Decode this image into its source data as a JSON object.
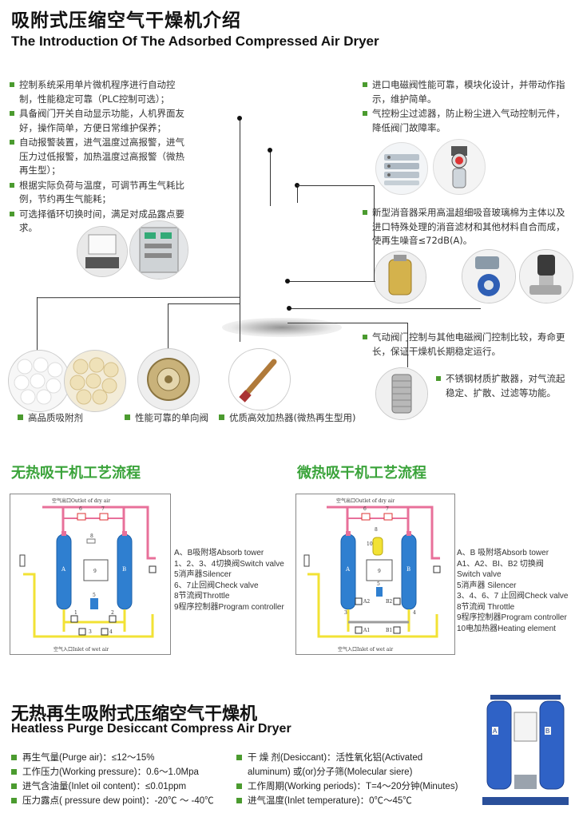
{
  "header": {
    "title_cn": "吸附式压缩空气干燥机介绍",
    "title_en": "The Introduction Of The Adsorbed Compressed Air Dryer"
  },
  "left_features": [
    "控制系统采用单片微机程序进行自动控制，性能稳定可靠（PLC控制可选）；",
    "具备阀门开关自动显示功能，人机界面友好，操作简单，方便日常维护保养；",
    "自动报警装置，进气温度过高报警，进气压力过低报警，加热温度过高报警（微热再生型）；",
    "根据实际负荷与温度，可调节再生气耗比例，节约再生气能耗；",
    "可选择循环切换时间，满足对成品露点要求。"
  ],
  "right_features_top": [
    "进口电磁阀性能可靠，模块化设计，并带动作指示，维护简单。",
    "气控粉尘过滤器，防止粉尘进入气动控制元件，降低阀门故障率。"
  ],
  "silencer_text": "新型消音器采用高温超细吸音玻璃棉为主体以及进口特殊处理的消音滤材和其他材料自合而成，使再生噪音≤72dB(A)。",
  "valve_text": "气动阀门控制与其他电磁阀门控制比较，寿命更长，保证干燥机长期稳定运行。",
  "diffuser_text": "不锈钢材质扩散器，对气流起稳定、扩散、过滤等功能。",
  "captions": {
    "desiccant": "高品质吸附剂",
    "check_valve": "性能可靠的单向阀",
    "heater": "优质高效加热器(微热再生型用)"
  },
  "flow": {
    "heatless_title": "无热吸干机工艺流程",
    "heated_title": "微热吸干机工艺流程",
    "outlet_label": "空气出口Outlet of dry air",
    "inlet_label": "空气入口Inlet of wet air",
    "heatless_legend": [
      "A、B吸附塔Absorb tower",
      "1、2、3、4切换阀Switch valve",
      "5消声器Silencer",
      "6、7止回阀Check valve",
      "8节流阀Throttle",
      "9程序控制器Program controller"
    ],
    "heated_legend": [
      "A、B 吸附塔Absorb tower",
      "A1、A2、BI、B2 切换阀",
      "Switch valve",
      "5消声器 Silencer",
      "3、4、6、7 止回阀Check valve",
      "8节流阀 Throttle",
      "9程序控制器Program controller",
      "10电加热器Heating element"
    ],
    "tower_labels": {
      "a": "A",
      "b": "B"
    },
    "heatless_nums": [
      "6",
      "7",
      "8",
      "9",
      "5",
      "1",
      "2",
      "3",
      "4"
    ],
    "heated_nums": [
      "6",
      "7",
      "10",
      "8",
      "9",
      "A2",
      "B2",
      "A1",
      "B1",
      "3",
      "4",
      "5"
    ]
  },
  "product": {
    "title_cn": "无热再生吸附式压缩空气干燥机",
    "title_en": "Heatless Purge Desiccant Compress Air Dryer",
    "specs_left": [
      "再生气量(Purge air)：≤12～15%",
      "工作压力(Working pressure)：0.6～1.0Mpa",
      "进气含油量(Inlet oil content)：≤0.01ppm",
      "压力露点( pressure dew point)：-20℃ ～ -40℃"
    ],
    "specs_right": [
      "干 燥 剂(Desiccant)：活性氧化铝(Activated aluminum) 或(or)分子筛(Molecular siere)",
      "工作周期(Working periods)：T=4～20分钟(Minutes)",
      "进气温度(Inlet temperature)：0℃～45℃"
    ],
    "label_a": "A",
    "label_b": "B"
  },
  "colors": {
    "accent": "#4b9b2f",
    "flow_title": "#3aa33a",
    "pink": "#e8709a",
    "yellow": "#f2e234",
    "blue": "#2f7fd0"
  }
}
